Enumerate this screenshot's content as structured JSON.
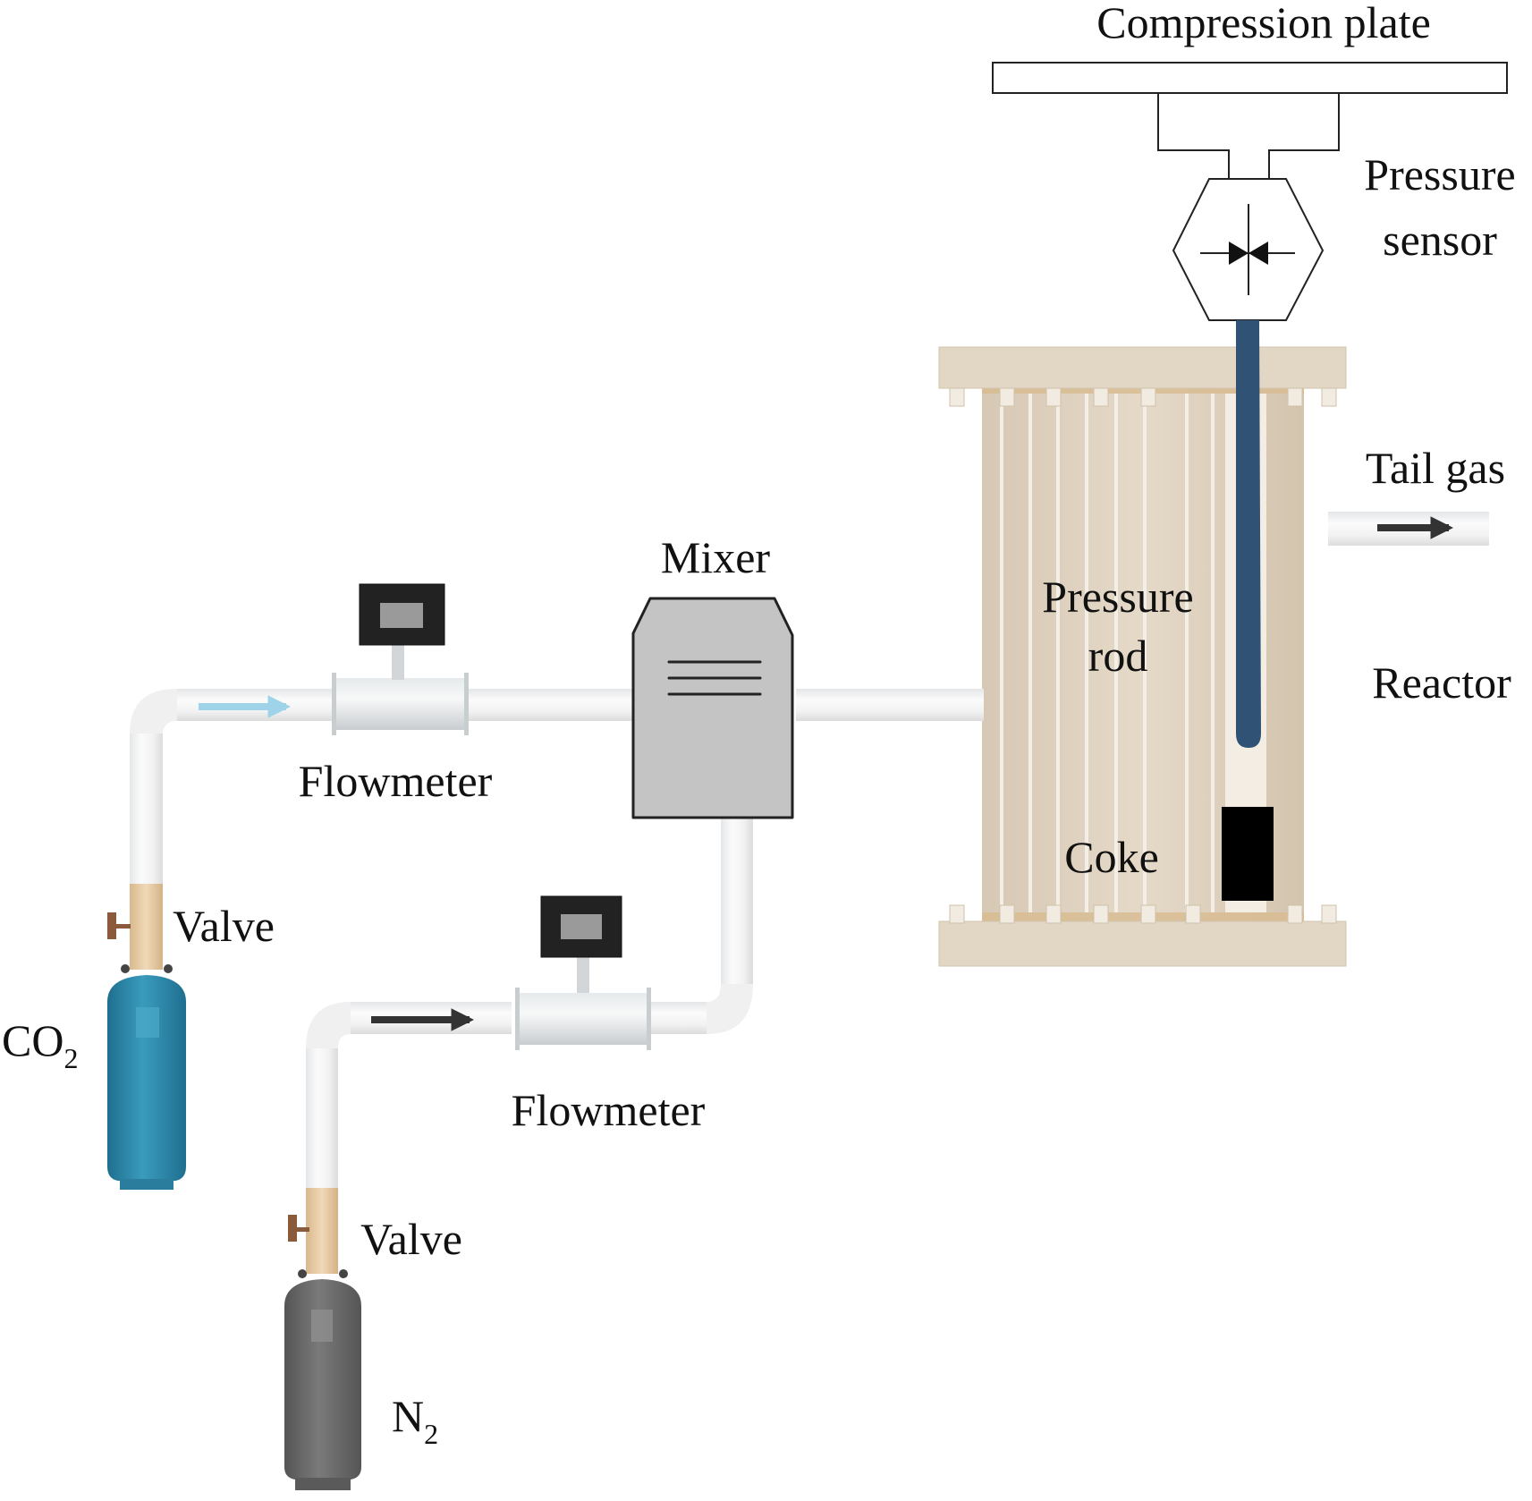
{
  "diagram": {
    "type": "experimental-apparatus-schematic",
    "labels": {
      "compression_plate": "Compression plate",
      "pressure_sensor_line1": "Pressure",
      "pressure_sensor_line2": "sensor",
      "tail_gas": "Tail gas",
      "mixer": "Mixer",
      "pressure_rod_line1": "Pressure",
      "pressure_rod_line2": "rod",
      "reactor": "Reactor",
      "coke": "Coke",
      "flowmeter_top": "Flowmeter",
      "flowmeter_bottom": "Flowmeter",
      "valve_co2": "Valve",
      "valve_n2": "Valve",
      "co2_main": "CO",
      "co2_sub": "2",
      "n2_main": "N",
      "n2_sub": "2"
    },
    "colors": {
      "co2_cylinder": "#2f8fb0",
      "n2_cylinder": "#6e6e6e",
      "valve_brass": "#e6c9a0",
      "pipe": "#eeeeee",
      "mixer_body": "#c4c4c4",
      "reactor_body": "#dccfbd",
      "pressure_rod": "#2f5275",
      "coke": "#000000",
      "co2_flow_arrow": "#9fd3ea",
      "arrow_dark": "#333333"
    },
    "flow": [
      {
        "from": "CO2 cylinder",
        "via": [
          "Valve",
          "Flowmeter"
        ],
        "to": "Mixer"
      },
      {
        "from": "N2 cylinder",
        "via": [
          "Valve",
          "Flowmeter"
        ],
        "to": "Mixer"
      },
      {
        "from": "Mixer",
        "to": "Reactor"
      },
      {
        "from": "Reactor",
        "to": "Tail gas"
      }
    ]
  }
}
